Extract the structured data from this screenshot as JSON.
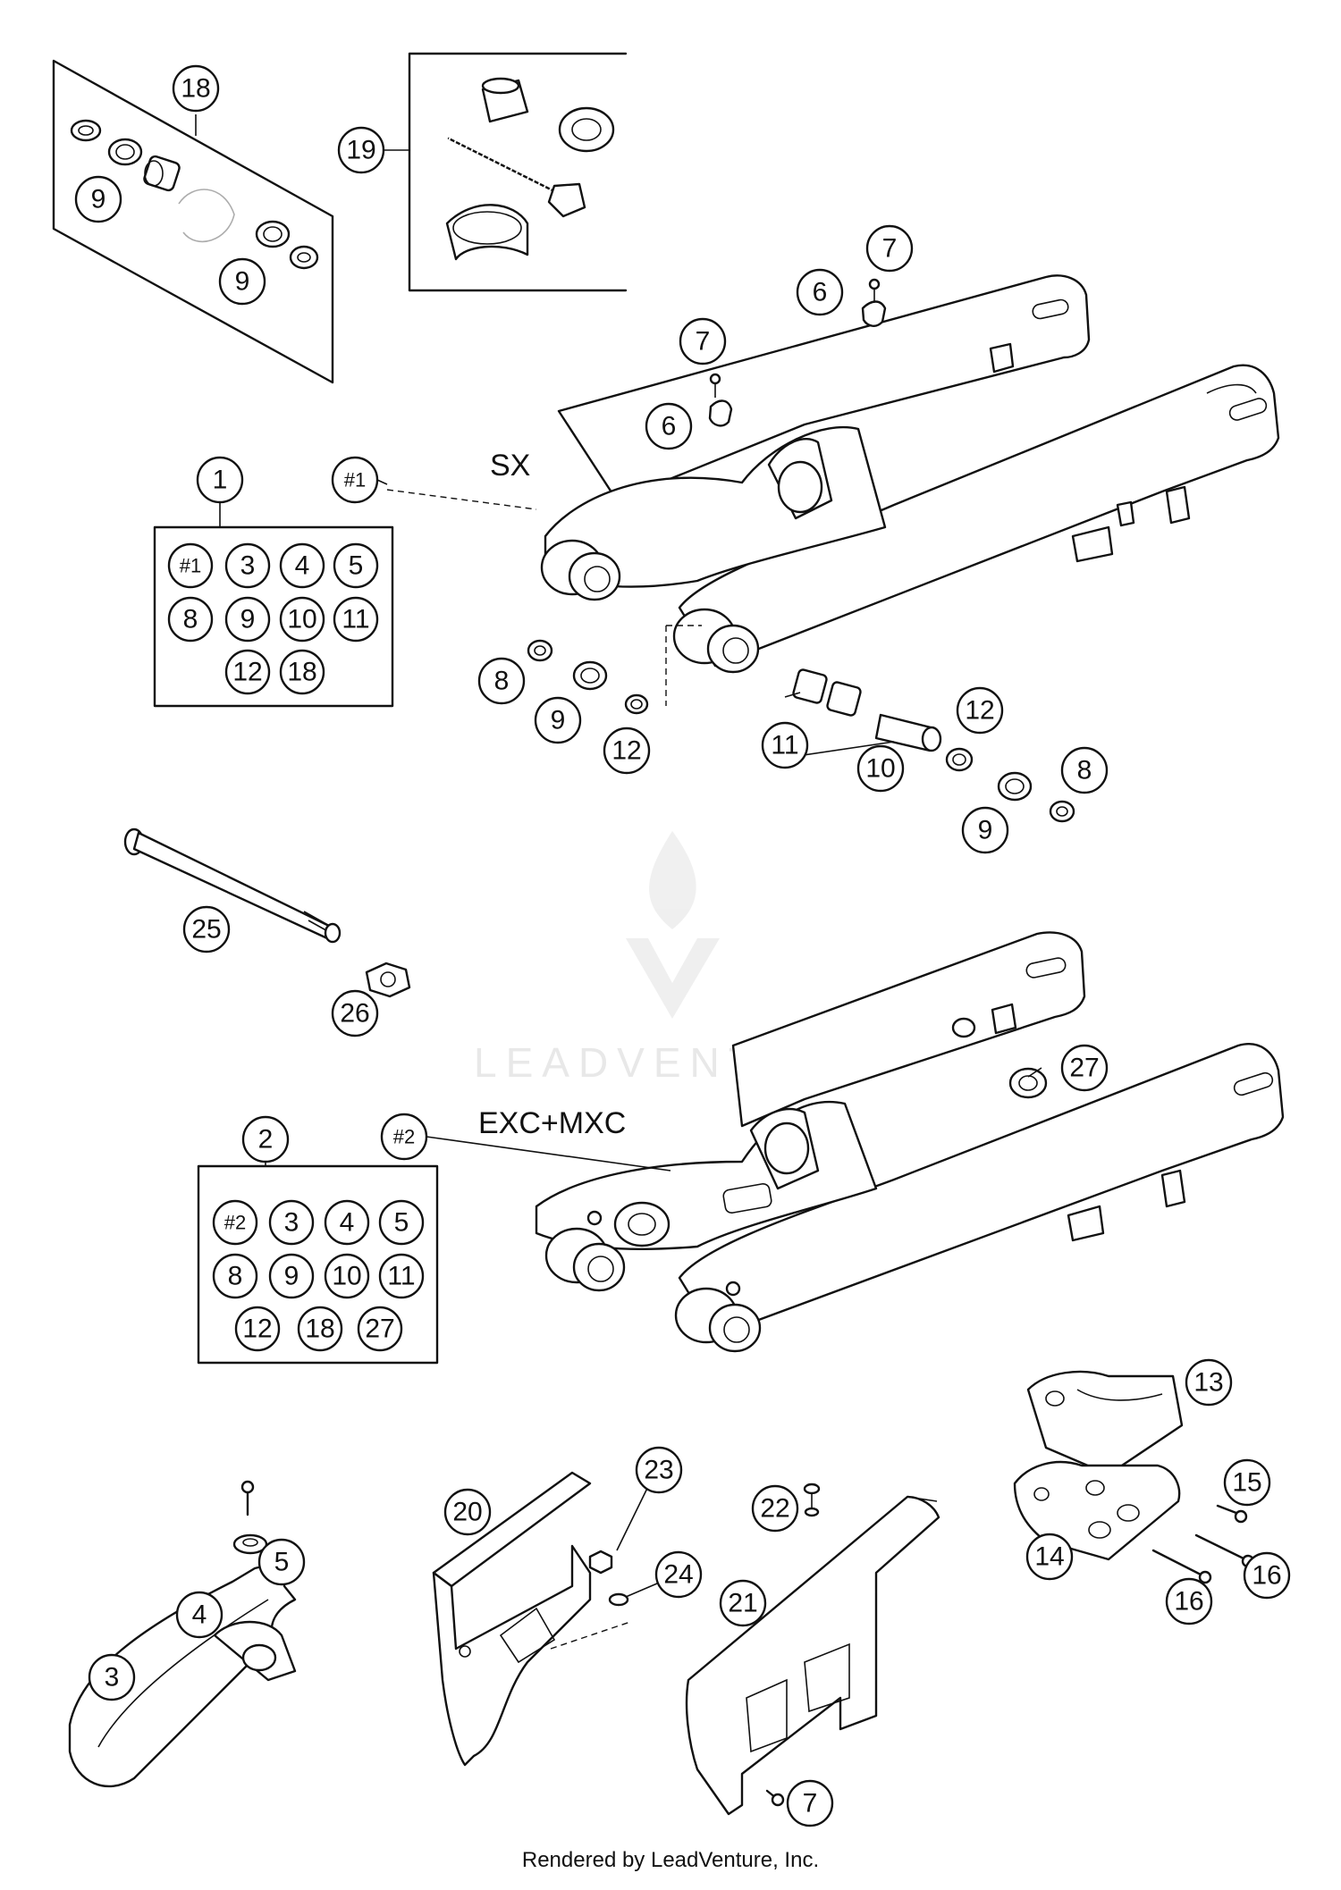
{
  "models": {
    "sx": "SX",
    "exc_mxc": "EXC+MXC"
  },
  "callouts": {
    "c1": "1",
    "c2": "2",
    "c3": "3",
    "c4": "4",
    "c5": "5",
    "c6": "6",
    "c7": "7",
    "c8": "8",
    "c9": "9",
    "c10": "10",
    "c11": "11",
    "c12": "12",
    "c13": "13",
    "c14": "14",
    "c15": "15",
    "c16": "16",
    "c18": "18",
    "c19": "19",
    "c20": "20",
    "c21": "21",
    "c22": "22",
    "c23": "23",
    "c24": "24",
    "c25": "25",
    "c26": "26",
    "c27": "27",
    "h1": "#1",
    "h2": "#2"
  },
  "kit_1": [
    "#1",
    "3",
    "4",
    "5",
    "8",
    "9",
    "10",
    "11",
    "12",
    "18"
  ],
  "kit_2": [
    "#2",
    "3",
    "4",
    "5",
    "8",
    "9",
    "10",
    "11",
    "12",
    "18",
    "27"
  ],
  "watermark": "LEADVENTURE",
  "footer": "Rendered by LeadVenture, Inc."
}
